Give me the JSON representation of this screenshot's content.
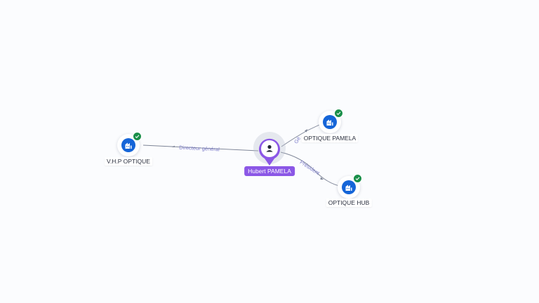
{
  "graph": {
    "center": {
      "name": "Hubert PAMELA",
      "icon": "user-icon",
      "color": "#8b57e6"
    },
    "companies": [
      {
        "id": "vhp",
        "name": "V.H.P OPTIQUE",
        "icon": "building-icon",
        "verified": true
      },
      {
        "id": "pamela",
        "name": "OPTIQUE PAMELA",
        "icon": "building-icon",
        "verified": true
      },
      {
        "id": "hub",
        "name": "OPTIQUE HUB",
        "icon": "building-icon",
        "verified": true
      }
    ],
    "edges": [
      {
        "to": "vhp",
        "label": "Directeur général"
      },
      {
        "to": "pamela",
        "label": "Gé"
      },
      {
        "to": "hub",
        "label": "Président"
      }
    ]
  },
  "colors": {
    "company_icon": "#1565d8",
    "verified_badge": "#1a8f4a",
    "edge": "#7d8496",
    "edge_label": "#7b7bc9",
    "background": "#fbfcfe"
  }
}
